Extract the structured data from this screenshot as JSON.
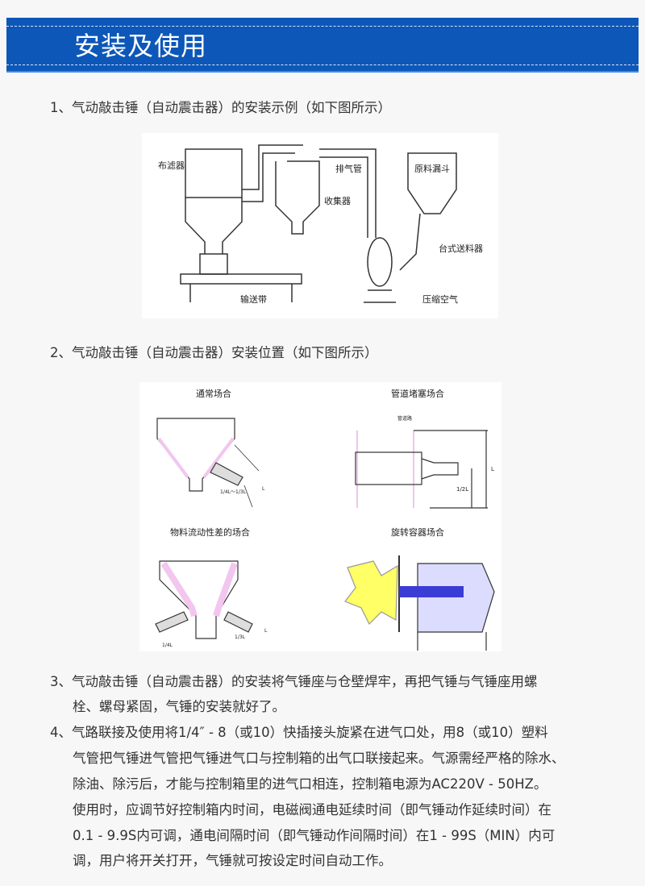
{
  "header": {
    "title": "安装及使用"
  },
  "items": [
    {
      "lines": [
        "1、气动敲击锤（自动震击器）的安装示例（如下图所示）"
      ]
    },
    {
      "lines": [
        "2、气动敲击锤（自动震击器）安装位置（如下图所示）"
      ]
    },
    {
      "lines": [
        "3、气动敲击锤（自动震击器）的安装将气锤座与仓壁焊牢，再把气锤与气锤座用螺",
        "栓、螺母紧固，气锤的安装就好了。"
      ]
    },
    {
      "lines": [
        "4、气路联接及使用将1/4″ - 8（或10）快插接头旋紧在进气口处，用8（或10）塑料",
        "气管把气锤进气管把气锤进气口与控制箱的出气口联接起来。气源需经严格的除水、",
        "除油、除污后，才能与控制箱里的进气口相连，控制箱电源为AC220V - 50HZ。",
        "使用时，应调节好控制箱内时间，电磁阀通电延续时间（即气锤动作延续时间）在",
        "0.1 - 9.9S内可调，通电间隔时间（即气锤动作间隔时间）在1 - 99S（MIN）内可",
        "调，用户将开关打开，气锤就可按设定时间自动工作。"
      ]
    }
  ],
  "figure1": {
    "labels": {
      "filter": "布滤器",
      "exhaust": "排气管",
      "hopper": "原料漏斗",
      "collector": "收集器",
      "feeder": "台式送料器",
      "conveyor": "输送带",
      "air": "压缩空气"
    }
  },
  "figure2": {
    "titles": [
      "通常场合",
      "管道堵塞场合",
      "物料流动性差的场合",
      "旋转容器场合"
    ],
    "labels": {
      "quarter_third": "1/4L～1/3L",
      "L": "L",
      "pipe": "管道路",
      "half": "1/2L",
      "quarter": "1/4L",
      "third": "1/3L"
    }
  },
  "colors": {
    "header": "#0d57b8",
    "material": "#f2c6ee",
    "impact": "#ffff66",
    "rod": "#3b3bd6"
  }
}
